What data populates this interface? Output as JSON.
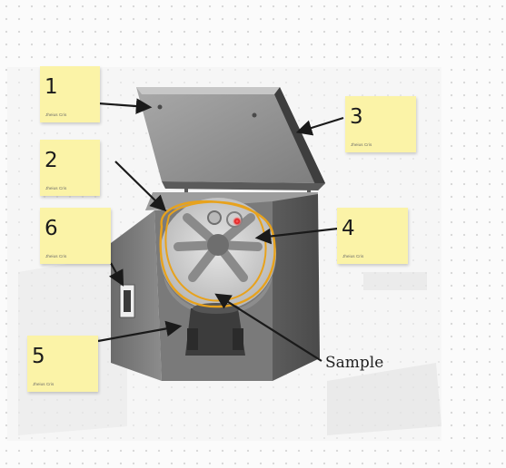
{
  "notes": [
    {
      "id": "1",
      "number": "1",
      "author": "Jheius Cris"
    },
    {
      "id": "2",
      "number": "2",
      "author": "Jheius Cris"
    },
    {
      "id": "3",
      "number": "3",
      "author": "Jheius Cris"
    },
    {
      "id": "4",
      "number": "4",
      "author": "Jheius Cris"
    },
    {
      "id": "5",
      "number": "5",
      "author": "Jheius Cris"
    },
    {
      "id": "6",
      "number": "6",
      "author": "Jheius Cris"
    }
  ],
  "diagram": {
    "sample_label": "Sample",
    "annotation_color": "#e7a21d",
    "note_color": "#fbf3a7"
  }
}
